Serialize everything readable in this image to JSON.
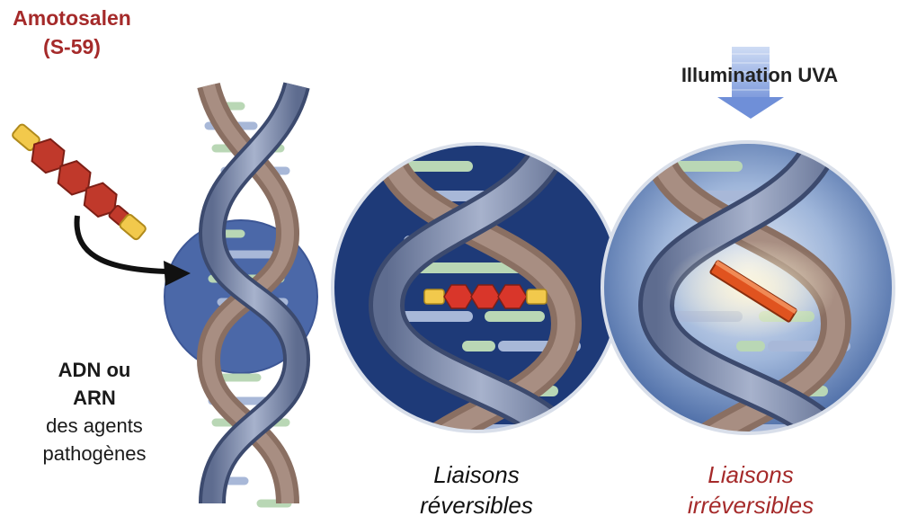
{
  "molecule": {
    "name": "Amotosalen",
    "code": "(S-59)"
  },
  "target": {
    "line1": "ADN ou",
    "line2": "ARN",
    "line3": "des agents",
    "line4": "pathogènes"
  },
  "illumination": {
    "label": "Illumination UVA"
  },
  "states": {
    "reversible": {
      "line1": "Liaisons",
      "line2": "réversibles"
    },
    "irreversible": {
      "line1": "Liaisons",
      "line2": "irréversibles"
    }
  },
  "colors": {
    "accent_red": "#a52a2a",
    "circle_dark": "#1e3a78",
    "circle_light": "#6f93c6",
    "uv_arrow": "#7da0e0"
  }
}
